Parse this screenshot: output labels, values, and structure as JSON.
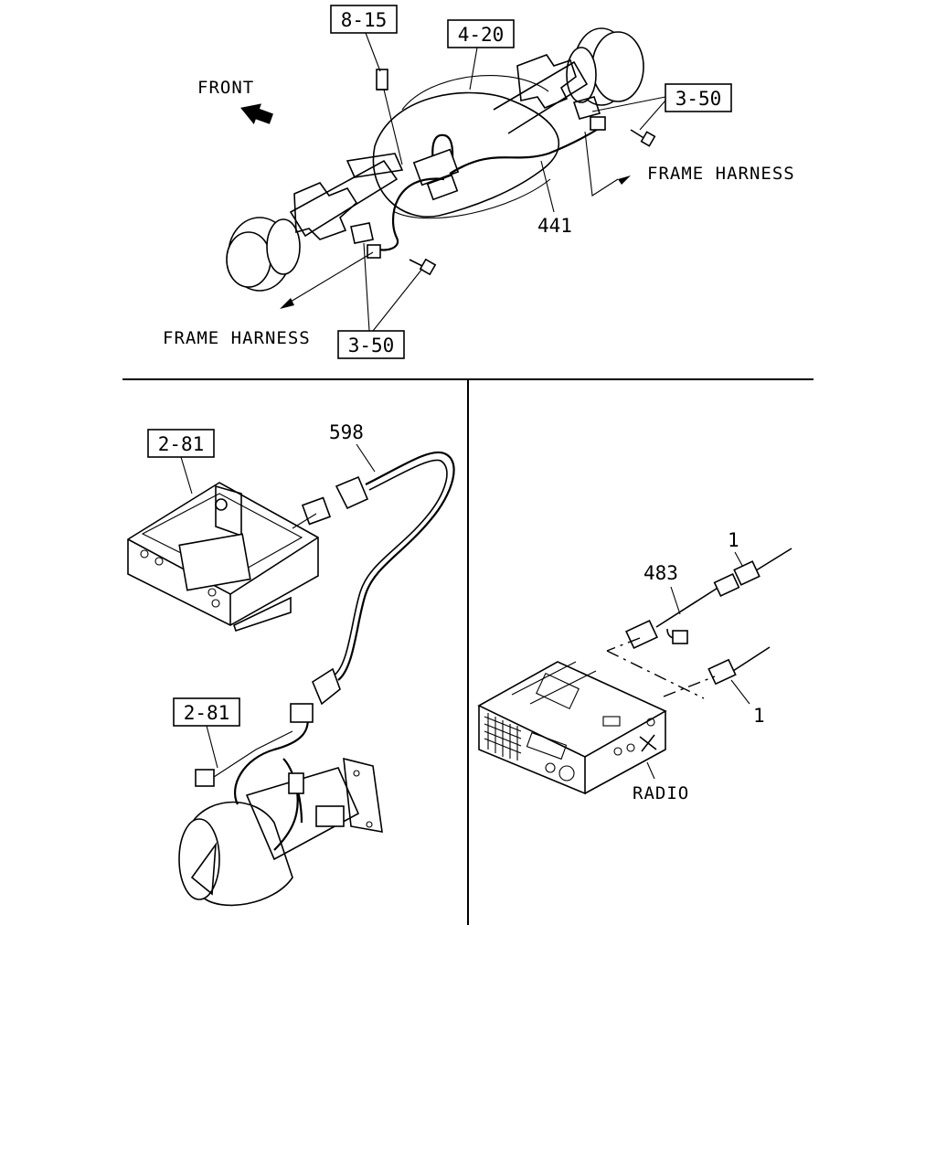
{
  "top": {
    "refs": {
      "ref_8_15": "8-15",
      "ref_4_20": "4-20",
      "ref_3_50_right": "3-50",
      "ref_3_50_bottom": "3-50"
    },
    "front_label": "FRONT",
    "frame_harness_right": "FRAME HARNESS",
    "frame_harness_left": "FRAME HARNESS",
    "part_441": "441"
  },
  "bottom_left": {
    "ref_2_81_upper": "2-81",
    "ref_2_81_lower": "2-81",
    "part_598": "598"
  },
  "bottom_right": {
    "part_483": "483",
    "part_1_upper": "1",
    "part_1_lower": "1",
    "radio_label": "RADIO"
  }
}
